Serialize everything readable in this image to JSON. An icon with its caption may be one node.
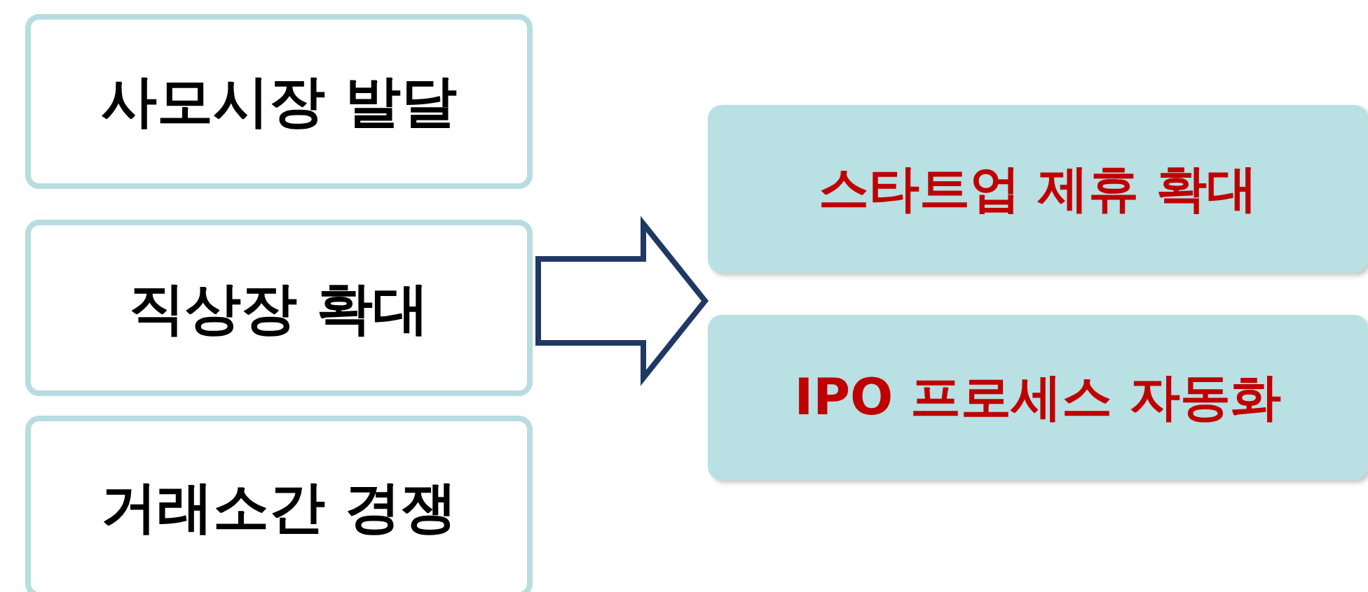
{
  "diagram": {
    "nodes": [
      {
        "text": [
          "사모시장 발달"
        ]
      },
      {
        "text": [
          "직상장 확대"
        ]
      },
      {
        "text": [
          "거래소간 경쟁"
        ]
      },
      {
        "text": [
          "스타트업 제휴 확대"
        ]
      },
      {
        "text": [
          "IPO 프로세스 자동화"
        ]
      }
    ],
    "edges": [
      {
        "from": 0,
        "to": 3,
        "arrow": "to"
      },
      {
        "from": 0,
        "to": 4,
        "arrow": "to"
      },
      {
        "from": 1,
        "to": 3,
        "arrow": "to"
      },
      {
        "from": 1,
        "to": 4,
        "arrow": "to"
      },
      {
        "from": 2,
        "to": 3,
        "arrow": "to"
      },
      {
        "from": 2,
        "to": 4,
        "arrow": "to"
      }
    ]
  }
}
